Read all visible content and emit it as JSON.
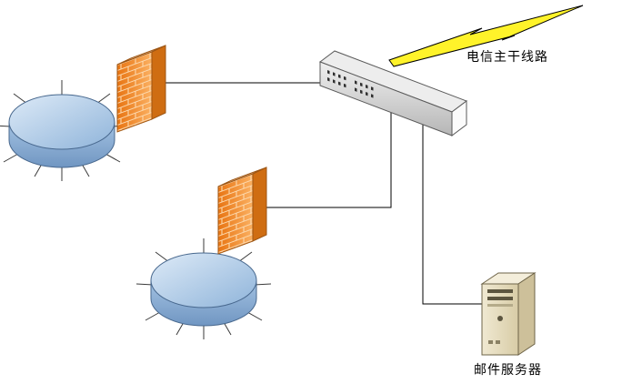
{
  "diagram": {
    "labels": {
      "backbone_line": "电信主干线路",
      "mail_server": "邮件服务器"
    },
    "nodes": [
      {
        "id": "network-ring-1",
        "type": "network-ring"
      },
      {
        "id": "firewall-1",
        "type": "firewall"
      },
      {
        "id": "network-ring-2",
        "type": "network-ring"
      },
      {
        "id": "firewall-2",
        "type": "firewall"
      },
      {
        "id": "switch",
        "type": "switch"
      },
      {
        "id": "mail-server",
        "type": "server"
      },
      {
        "id": "backbone-lightning",
        "type": "lightning-link"
      }
    ],
    "connections": [
      [
        "firewall-1",
        "switch"
      ],
      [
        "firewall-2",
        "switch"
      ],
      [
        "switch",
        "mail-server"
      ],
      [
        "switch",
        "backbone-lightning"
      ]
    ],
    "colors": {
      "firewall_orange": "#ed7d1b",
      "ring_blue": "#a8c6e6",
      "lightning_yellow": "#fff32a",
      "server_beige": "#e8dfc2",
      "line_black": "#000000",
      "background": "#ffffff"
    }
  }
}
